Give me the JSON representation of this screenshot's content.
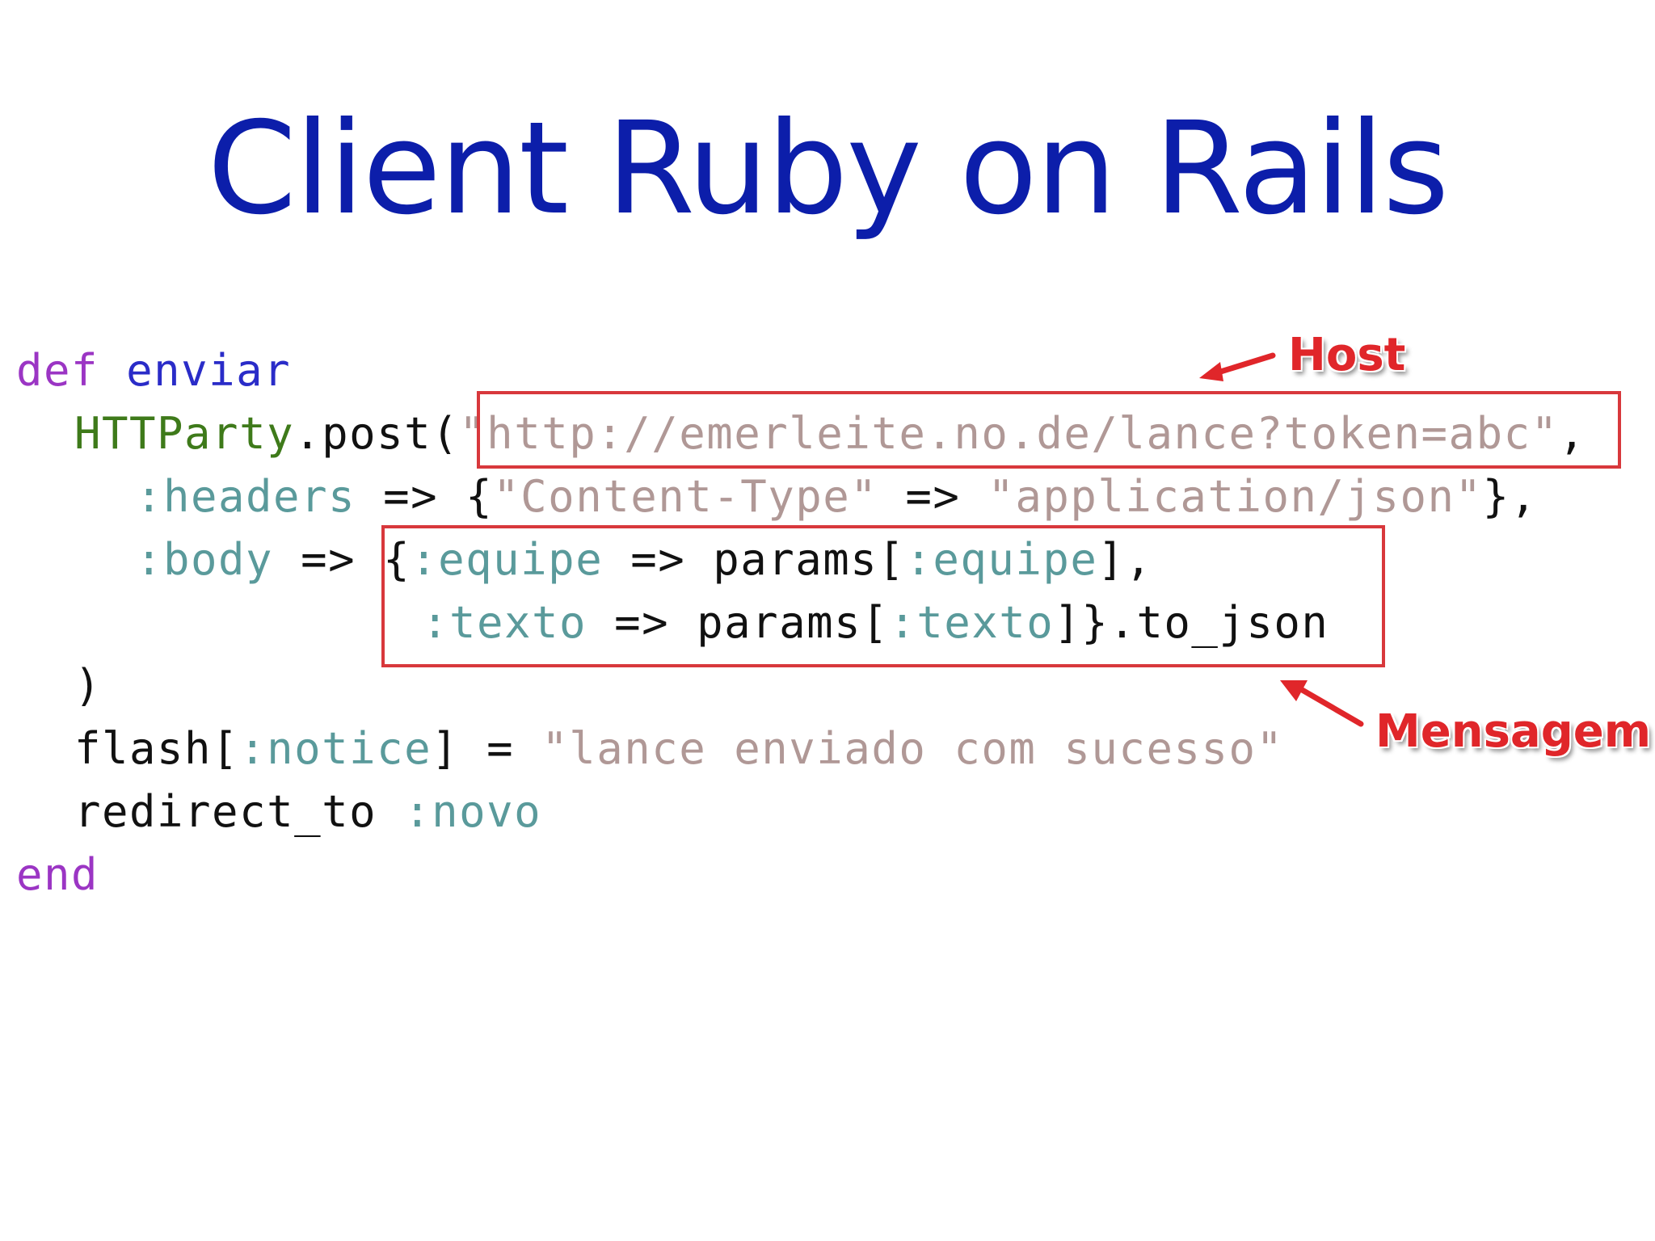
{
  "slide": {
    "title": "Client Ruby on Rails"
  },
  "code": {
    "line1": {
      "kw": "def",
      "sp": " ",
      "fn": "enviar"
    },
    "line2": {
      "cls": "HTTParty",
      "dot": ".post(",
      "url": "\"http://emerleite.no.de/lance?token=abc\"",
      "comma": ","
    },
    "line3": {
      "sym": ":headers",
      "arrow": " => {",
      "key": "\"Content-Type\"",
      "arrow2": " => ",
      "val": "\"application/json\"",
      "end": "},"
    },
    "line4": {
      "sym": ":body",
      "arrow": " => {",
      "sym2": ":equipe",
      "arrow2": " => params[",
      "sym3": ":equipe",
      "end": "],"
    },
    "line5": {
      "sym": ":texto",
      "arrow": " => params[",
      "sym2": ":texto",
      "end": "]}.to_json"
    },
    "line6": {
      "paren": ")"
    },
    "line7": {
      "plain": "flash[",
      "sym": ":notice",
      "mid": "] = ",
      "str": "\"lance enviado com sucesso\""
    },
    "line8": {
      "plain": "redirect_to ",
      "sym": ":novo"
    },
    "line9": {
      "kw": "end"
    }
  },
  "annotations": {
    "host": "Host",
    "mensagem": "Mensagem"
  },
  "colors": {
    "title": "#0c1eaa",
    "keyword": "#9b35c4",
    "method_name": "#2a2cc8",
    "class_name": "#3e7a1a",
    "symbol": "#5a9a9b",
    "string": "#b09896",
    "annotation": "#e0262a"
  }
}
